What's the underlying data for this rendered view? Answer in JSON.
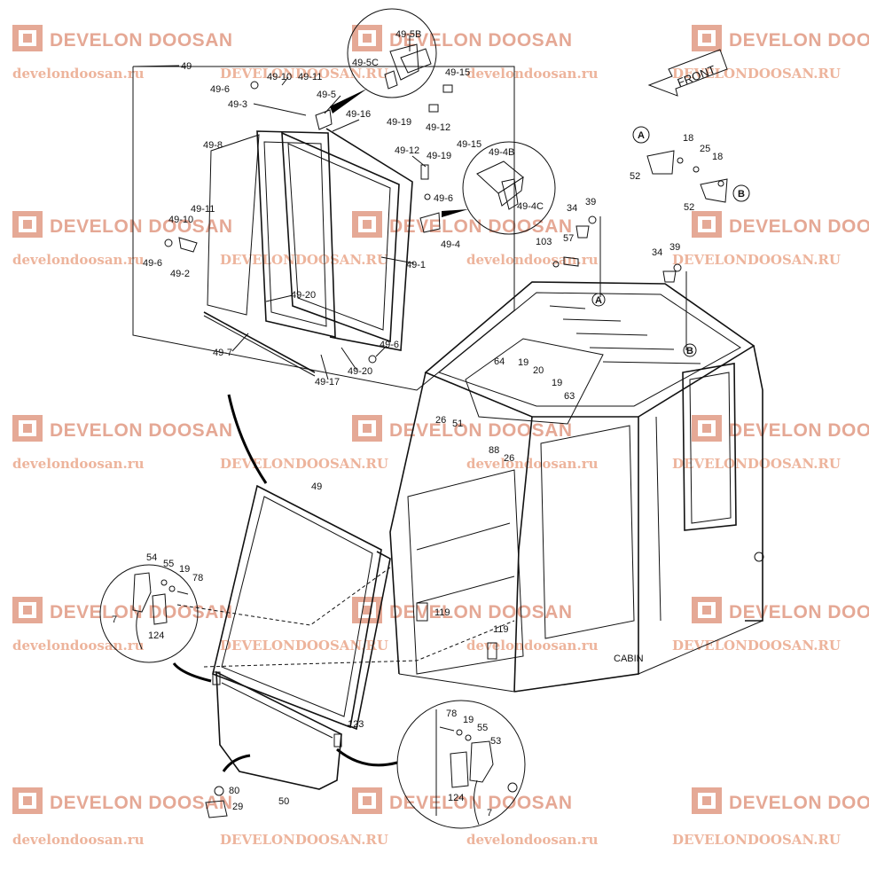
{
  "watermark": {
    "brand": "DEVELON DOOSAN",
    "url_lower": "develondoosan.ru",
    "url_upper": "DEVELONDOOSAN.RU",
    "accent_color": "#d0623f"
  },
  "direction_label": "FRONT",
  "cabin_label": "CABIN",
  "callouts": {
    "c49_top": "49",
    "c49_5b": "49-5B",
    "c49_5c": "49-5C",
    "c49_15a": "49-15",
    "c49_10": "49-10",
    "c49_11a": "49-11",
    "c49_6a": "49-6",
    "c49_3": "49-3",
    "c49_5": "49-5",
    "c49_19a": "49-19",
    "c49_12a": "49-12",
    "c49_16": "49-16",
    "c49_8": "49-8",
    "c49_12b": "49-12",
    "c49_15b": "49-15",
    "c49_19b": "49-19",
    "c49_4b": "49-4B",
    "c49_10b": "49-10",
    "c49_11b": "49-11",
    "c49_6b": "49-6",
    "c49_4c": "49-4C",
    "c49_6c": "49-6",
    "c49_2": "49-2",
    "c49_4": "49-4",
    "c49_1": "49-1",
    "c49_20a": "49-20",
    "c49_6d": "49-6",
    "c49_7": "49-7",
    "c49_17": "49-17",
    "c49_20b": "49-20",
    "c18a": "18",
    "c25": "25",
    "c18b": "18",
    "c52a": "52",
    "c52b": "52",
    "c34a": "34",
    "c39a": "39",
    "c103": "103",
    "c57": "57",
    "c34b": "34",
    "c39b": "39",
    "c64": "64",
    "c19a": "19",
    "c20": "20",
    "c19b": "19",
    "c63": "63",
    "c26a": "26",
    "c51": "51",
    "c88": "88",
    "c26b": "26",
    "c49_mid": "49",
    "c54": "54",
    "c55a": "55",
    "c19c": "19",
    "c78a": "78",
    "c7a": "7",
    "c124a": "124",
    "c119a": "119",
    "c119b": "119",
    "c123": "123",
    "c78b": "78",
    "c19d": "19",
    "c55b": "55",
    "c53": "53",
    "c124b": "124",
    "c7b": "7",
    "c80": "80",
    "c29": "29",
    "c50": "50"
  },
  "markers": {
    "a": "A",
    "b": "B"
  }
}
